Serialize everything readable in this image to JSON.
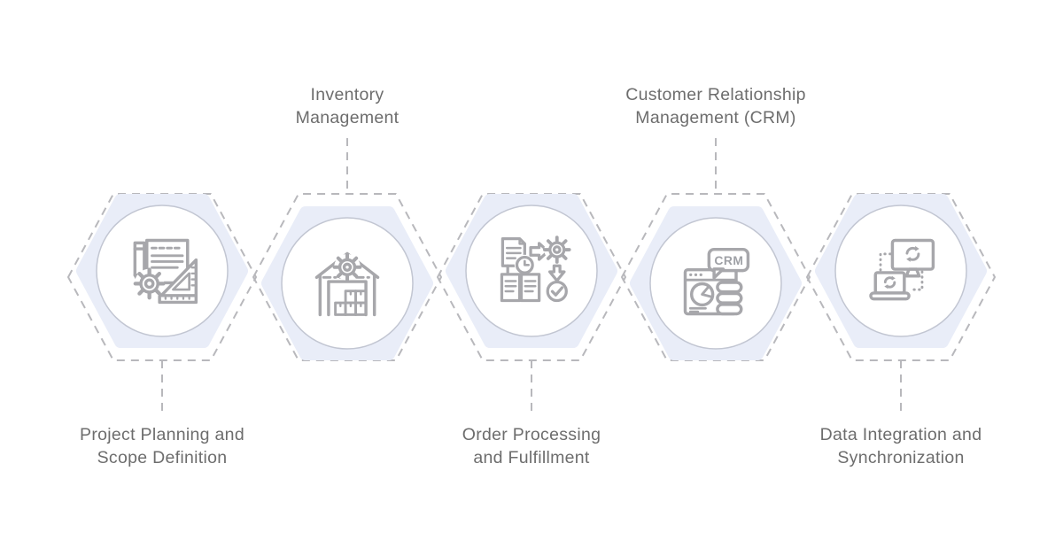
{
  "diagram": {
    "type": "process-hexagon-chain",
    "step_count": 5,
    "colors": {
      "background": "#ffffff",
      "hexagon_fill": "#E9EDF8",
      "dashed_stroke": "#b8b8bc",
      "circle_fill": "#ffffff",
      "circle_border": "#c2c6d2",
      "icon_stroke": "#a7a7ab",
      "label_text": "#6d6d6d"
    },
    "steps": [
      {
        "id": 1,
        "label": "Project Planning and Scope Definition",
        "lines": [
          "Project Planning and",
          "Scope Definition"
        ],
        "label_position": "below",
        "icon": "project-planning-icon"
      },
      {
        "id": 2,
        "label": "Inventory Management",
        "lines": [
          "Inventory",
          "Management"
        ],
        "label_position": "above",
        "icon": "warehouse-icon"
      },
      {
        "id": 3,
        "label": "Order Processing and Fulfillment",
        "lines": [
          "Order Processing",
          "and Fulfillment"
        ],
        "label_position": "below",
        "icon": "order-processing-icon"
      },
      {
        "id": 4,
        "label": "Customer Relationship Management (CRM)",
        "lines": [
          "Customer Relationship",
          "Management (CRM)"
        ],
        "label_position": "above",
        "icon": "crm-icon",
        "icon_text": "CRM"
      },
      {
        "id": 5,
        "label": "Data Integration and Synchronization",
        "lines": [
          "Data Integration and",
          "Synchronization"
        ],
        "label_position": "below",
        "icon": "data-sync-icon"
      }
    ]
  }
}
